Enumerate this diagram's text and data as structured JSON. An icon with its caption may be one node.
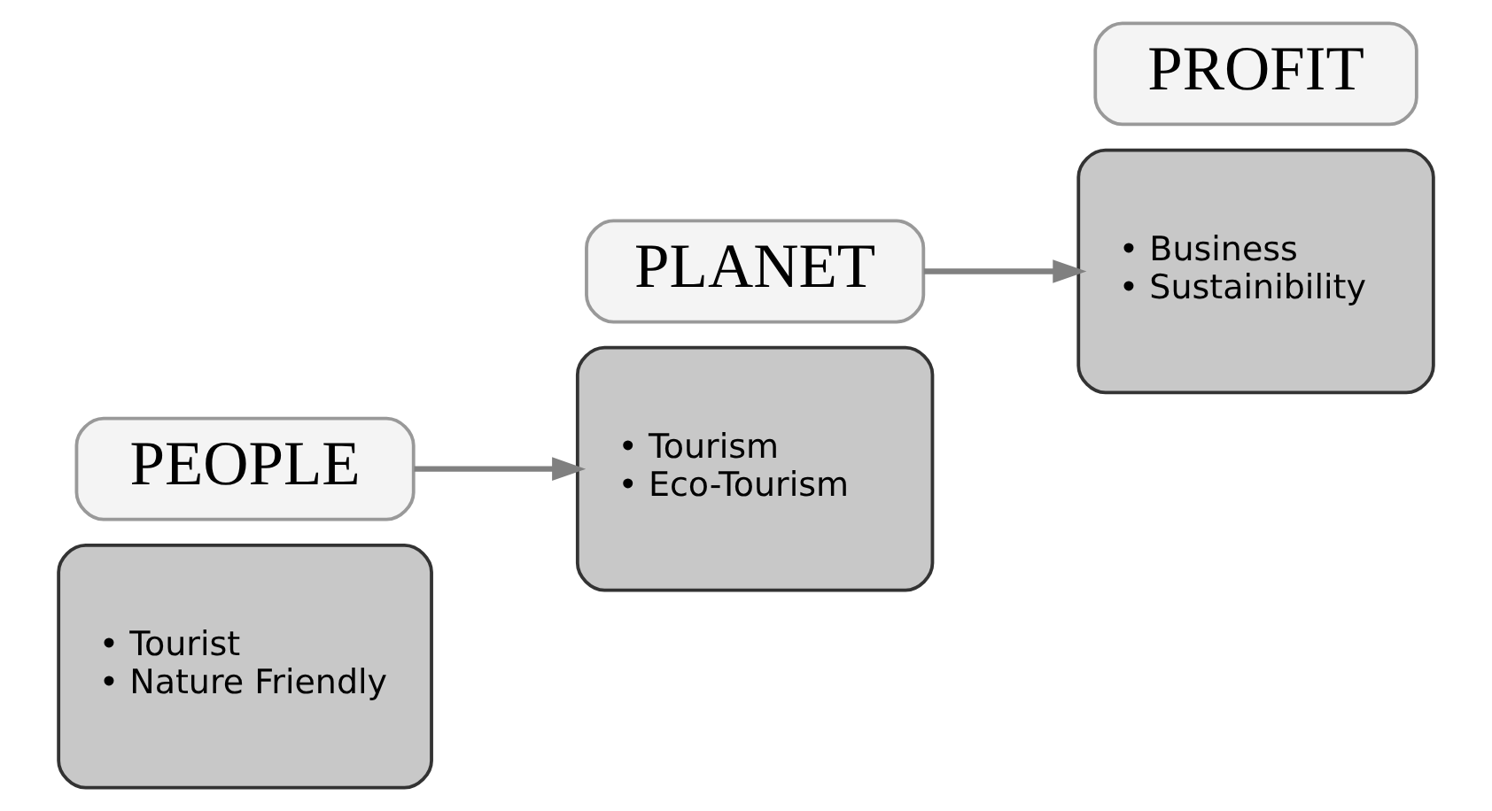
{
  "diagram": {
    "nodes": [
      {
        "text": [
          "• Tourist",
          "• Nature Friendly"
        ]
      },
      {
        "text": [
          "PEOPLE"
        ]
      },
      {
        "text": [
          "• Tourism",
          "• Eco-Tourism"
        ]
      },
      {
        "text": [
          "PLANET"
        ]
      },
      {
        "text": [
          "• Business",
          "• Sustainibility"
        ]
      },
      {
        "text": [
          "PROFIT"
        ]
      }
    ],
    "edges": [
      {
        "from": 1,
        "to": 2,
        "arrow": "to"
      },
      {
        "from": 3,
        "to": 4,
        "arrow": "to"
      }
    ]
  }
}
